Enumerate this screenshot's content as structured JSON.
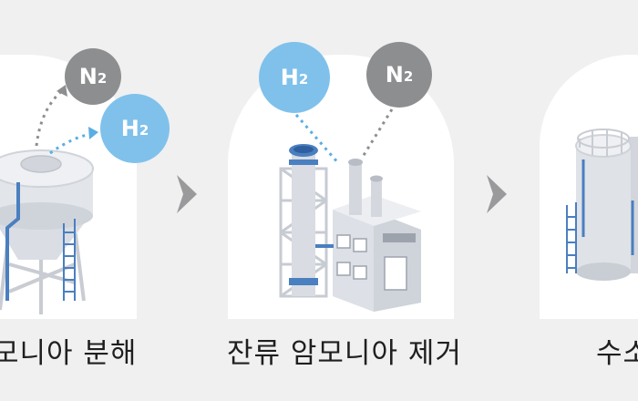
{
  "steps": [
    {
      "label": "모니아 분해"
    },
    {
      "label": "잔류 암모니아 제거"
    },
    {
      "label": "수소"
    }
  ],
  "molecules": {
    "n2": {
      "symbol": "N",
      "subscript": "2"
    },
    "h2": {
      "symbol": "H",
      "subscript": "2"
    }
  },
  "icons": [
    "chevron-right-icon",
    "decomposition-tank-icon",
    "ammonia-removal-plant-icon",
    "hydrogen-storage-tank-icon"
  ],
  "colors": {
    "background": "#f0f0f1",
    "card": "#ffffff",
    "nitrogen": "#8d8e90",
    "hydrogen": "#7fc1eb",
    "structure_blue": "#4a7fc0",
    "chevron": "#9a9a9c"
  }
}
